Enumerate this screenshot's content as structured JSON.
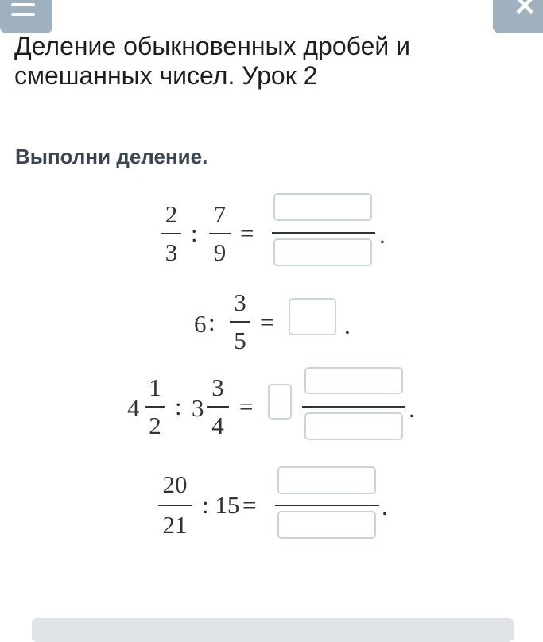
{
  "header": {
    "title": "Деление обыкновенных дробей и смешанных чисел. Урок 2",
    "menu_icon": "hamburger-icon",
    "close_icon": "close-icon"
  },
  "task": "Выполни деление.",
  "equations": [
    {
      "a_num": "2",
      "a_den": "3",
      "op": ":",
      "b_num": "7",
      "b_den": "9",
      "eq": "=",
      "end": "."
    },
    {
      "a": "6",
      "op": ":",
      "b_num": "3",
      "b_den": "5",
      "eq": "=",
      "end": "."
    },
    {
      "a_whole": "4",
      "a_num": "1",
      "a_den": "2",
      "op": ":",
      "b_whole": "3",
      "b_num": "3",
      "b_den": "4",
      "eq": "=",
      "end": "."
    },
    {
      "a_num": "20",
      "a_den": "21",
      "op": ": 15",
      "eq": "=",
      "end": "."
    }
  ]
}
